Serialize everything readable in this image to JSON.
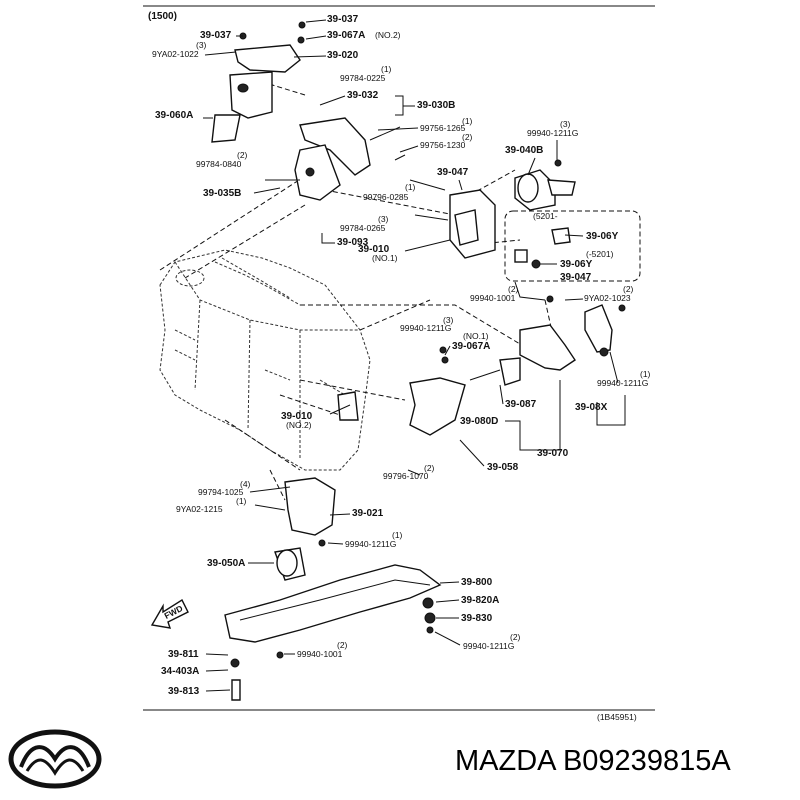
{
  "diagram": {
    "header_code": "(1500)",
    "footer_code": "(1B45951)",
    "fwd_label": "FWD",
    "callouts": [
      {
        "id": "c1",
        "text": "39-037"
      },
      {
        "id": "c2",
        "text": "39-067A"
      },
      {
        "id": "c2b",
        "text": "(NO.2)"
      },
      {
        "id": "c3",
        "text": "39-037"
      },
      {
        "id": "c4",
        "text": "(3)"
      },
      {
        "id": "c5",
        "text": "9YA02-1022"
      },
      {
        "id": "c6",
        "text": "39-020"
      },
      {
        "id": "c7",
        "text": "(1)"
      },
      {
        "id": "c8",
        "text": "99784-0225"
      },
      {
        "id": "c9",
        "text": "39-032"
      },
      {
        "id": "c10",
        "text": "39-030B"
      },
      {
        "id": "c11",
        "text": "39-060A"
      },
      {
        "id": "c12",
        "text": "(1)"
      },
      {
        "id": "c13",
        "text": "99756-1265"
      },
      {
        "id": "c14",
        "text": "(2)"
      },
      {
        "id": "c15",
        "text": "99756-1230"
      },
      {
        "id": "c16",
        "text": "(3)"
      },
      {
        "id": "c17",
        "text": "99940-1211G"
      },
      {
        "id": "c18",
        "text": "39-040B"
      },
      {
        "id": "c19",
        "text": "(2)"
      },
      {
        "id": "c20",
        "text": "99784-0840"
      },
      {
        "id": "c21",
        "text": "39-047"
      },
      {
        "id": "c22",
        "text": "39-035B"
      },
      {
        "id": "c23",
        "text": "(1)"
      },
      {
        "id": "c24",
        "text": "99796-0285"
      },
      {
        "id": "c25",
        "text": "(5201-"
      },
      {
        "id": "c26",
        "text": "(3)"
      },
      {
        "id": "c27",
        "text": "99784-0265"
      },
      {
        "id": "c28",
        "text": "39-093"
      },
      {
        "id": "c29",
        "text": "39-010"
      },
      {
        "id": "c30",
        "text": "(NO.1)"
      },
      {
        "id": "c31",
        "text": "39-06Y"
      },
      {
        "id": "c32",
        "text": "(-5201)"
      },
      {
        "id": "c33",
        "text": "39-06Y"
      },
      {
        "id": "c34",
        "text": "39-047"
      },
      {
        "id": "c35",
        "text": "(2)"
      },
      {
        "id": "c36",
        "text": "99940-1001"
      },
      {
        "id": "c37",
        "text": "(2)"
      },
      {
        "id": "c38",
        "text": "9YA02-1023"
      },
      {
        "id": "c39",
        "text": "(3)"
      },
      {
        "id": "c40",
        "text": "99940-1211G"
      },
      {
        "id": "c41",
        "text": "(NO.1)"
      },
      {
        "id": "c42",
        "text": "39-067A"
      },
      {
        "id": "c43",
        "text": "(1)"
      },
      {
        "id": "c44",
        "text": "99940-1211G"
      },
      {
        "id": "c45",
        "text": "39-087"
      },
      {
        "id": "c46",
        "text": "39-08X"
      },
      {
        "id": "c47",
        "text": "39-010"
      },
      {
        "id": "c48",
        "text": "(NO.2)"
      },
      {
        "id": "c49",
        "text": "39-080D"
      },
      {
        "id": "c50",
        "text": "39-070"
      },
      {
        "id": "c51",
        "text": "39-058"
      },
      {
        "id": "c52",
        "text": "(2)"
      },
      {
        "id": "c53",
        "text": "99796-1070"
      },
      {
        "id": "c54",
        "text": "(4)"
      },
      {
        "id": "c55",
        "text": "99794-1025"
      },
      {
        "id": "c56",
        "text": "(1)"
      },
      {
        "id": "c57",
        "text": "9YA02-1215"
      },
      {
        "id": "c58",
        "text": "39-021"
      },
      {
        "id": "c59",
        "text": "(1)"
      },
      {
        "id": "c60",
        "text": "99940-1211G"
      },
      {
        "id": "c61",
        "text": "39-050A"
      },
      {
        "id": "c62",
        "text": "39-800"
      },
      {
        "id": "c63",
        "text": "39-820A"
      },
      {
        "id": "c64",
        "text": "39-830"
      },
      {
        "id": "c65",
        "text": "39-811"
      },
      {
        "id": "c66",
        "text": "(2)"
      },
      {
        "id": "c67",
        "text": "99940-1001"
      },
      {
        "id": "c68",
        "text": "(2)"
      },
      {
        "id": "c69",
        "text": "99940-1211G"
      },
      {
        "id": "c70",
        "text": "34-403A"
      },
      {
        "id": "c71",
        "text": "39-813"
      }
    ]
  },
  "brand": {
    "logo_icon": "mazda-logo",
    "title": "MAZDA B09239815A"
  }
}
